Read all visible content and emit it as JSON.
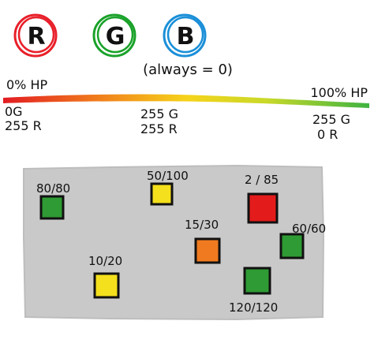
{
  "channels": [
    {
      "letter": "R",
      "color": "#e8202a"
    },
    {
      "letter": "G",
      "color": "#1aa22a"
    },
    {
      "letter": "B",
      "color": "#1a8fd8"
    }
  ],
  "blue_note": "(always = 0)",
  "gradient": {
    "start_label": "0% HP",
    "end_label": "100% HP",
    "stops": [
      {
        "line1": "0G",
        "line2": "255 R"
      },
      {
        "line1": "255 G",
        "line2": "255 R"
      },
      {
        "line1": "255 G",
        "line2": "0 R"
      }
    ],
    "colors": [
      "#e21b22",
      "#f07a1c",
      "#f6d31a",
      "#c9d92a",
      "#3db340"
    ]
  },
  "field": {
    "background": "#c9c9c9"
  },
  "units": [
    {
      "label": "80/80",
      "hp": 80,
      "max": 80,
      "color": "#2e9b34"
    },
    {
      "label": "50/100",
      "hp": 50,
      "max": 100,
      "color": "#f4e01c"
    },
    {
      "label": "2 / 85",
      "hp": 2,
      "max": 85,
      "color": "#e31b1b"
    },
    {
      "label": "15/30",
      "hp": 15,
      "max": 30,
      "color": "#f07a1f"
    },
    {
      "label": "60/60",
      "hp": 60,
      "max": 60,
      "color": "#2e9b34"
    },
    {
      "label": "10/20",
      "hp": 10,
      "max": 20,
      "color": "#f4e01c"
    },
    {
      "label": "120/120",
      "hp": 120,
      "max": 120,
      "color": "#2e9b34"
    }
  ]
}
